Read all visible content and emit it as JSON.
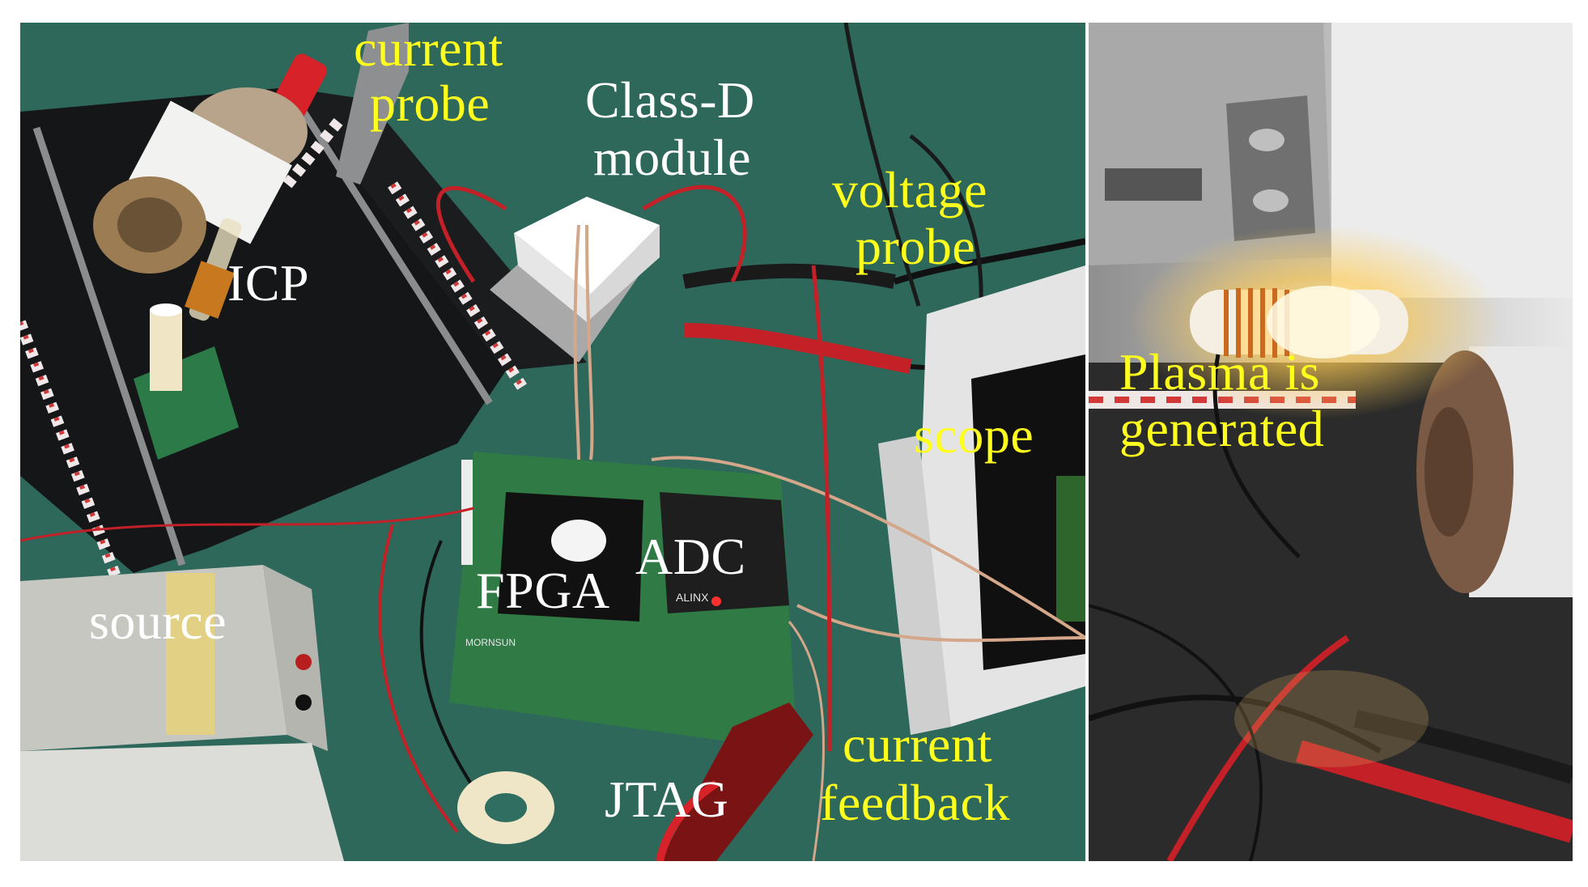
{
  "colors": {
    "label_yellow": "#ffff1e",
    "label_white": "#ffffff",
    "bench_green": "#2c6b5c",
    "plasma_glow": "#ffcc55"
  },
  "left_panel": {
    "labels": {
      "current_probe_line1": "current",
      "current_probe_line2": "probe",
      "class_d_line1": "Class-D",
      "class_d_line2": "module",
      "voltage_probe_line1": "voltage",
      "voltage_probe_line2": "probe",
      "icp": "ICP",
      "scope": "scope",
      "adc": "ADC",
      "fpga": "FPGA",
      "source": "source",
      "current_feedback_line1": "current",
      "current_feedback_line2": "feedback",
      "jtag": "JTAG"
    },
    "board_marks": {
      "alinx": "ALINX",
      "mornsun": "MORNSUN"
    }
  },
  "right_panel": {
    "labels": {
      "plasma_line1": "Plasma is",
      "plasma_line2": "generated"
    }
  }
}
